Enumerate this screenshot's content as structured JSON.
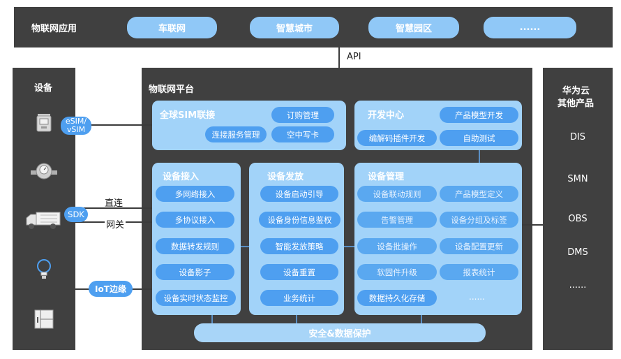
{
  "top_bar": {
    "title": "物联网应用",
    "apps": [
      "车联网",
      "智慧城市",
      "智慧园区",
      "......"
    ]
  },
  "api_label": "API",
  "device_panel": {
    "title": "设备",
    "icons": [
      "gas-meter-icon",
      "water-meter-icon",
      "truck-icon",
      "light-bulb-icon",
      "cabinet-icon"
    ]
  },
  "connectors": {
    "esim": "eSIM/\nvSIM",
    "sdk": "SDK",
    "direct": "直连",
    "gateway": "网关",
    "iot_edge": "IoT边缘"
  },
  "platform": {
    "title": "物联网平台",
    "sim": {
      "title": "全球SIM联接",
      "items": [
        "订购管理",
        "连接服务管理",
        "空中写卡"
      ]
    },
    "dev_center": {
      "title": "开发中心",
      "items": [
        "产品模型开发",
        "编解码插件开发",
        "自助测试"
      ]
    },
    "access": {
      "title": "设备接入",
      "items": [
        "多网络接入",
        "多协议接入",
        "数据转发规则",
        "设备影子",
        "设备实时状态监控"
      ]
    },
    "provision": {
      "title": "设备发放",
      "items": [
        "设备启动引导",
        "设备身份信息鉴权",
        "智能发放策略",
        "设备重置",
        "业务统计"
      ]
    },
    "management": {
      "title": "设备管理",
      "items": [
        "设备联动规则",
        "产品模型定义",
        "告警管理",
        "设备分组及标签",
        "设备批操作",
        "设备配置更新",
        "软固件升级",
        "报表统计",
        "数据持久化存储",
        "......"
      ]
    },
    "security": "安全&数据保护"
  },
  "huawei_panel": {
    "title_line1": "华为云",
    "title_line2": "其他产品",
    "items": [
      "DIS",
      "SMN",
      "OBS",
      "DMS",
      "......"
    ]
  },
  "colors": {
    "dark_bg": "#404040",
    "panel": "#a2d3f9",
    "button": "#4e9ff0",
    "pill": "#90c8f7"
  }
}
